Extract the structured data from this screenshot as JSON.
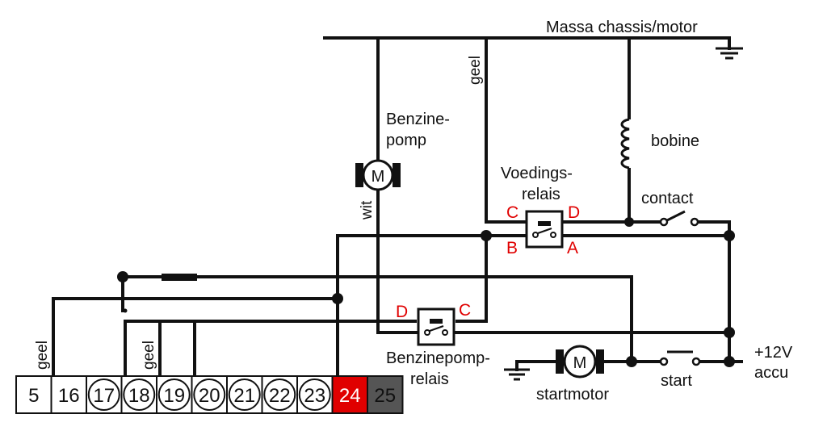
{
  "labels": {
    "ground": "Massa chassis/motor",
    "pump_line1": "Benzine-",
    "pump_line2": "pomp",
    "motor_symbol": "M",
    "bobine": "bobine",
    "voedings_line1": "Voedings-",
    "voedings_line2": "relais",
    "contact": "contact",
    "pomprelais_line1": "Benzinepomp-",
    "pomprelais_line2": "relais",
    "startmotor": "startmotor",
    "start": "start",
    "battery_line1": "+12V",
    "battery_line2": "accu",
    "wire_geel_top": "geel",
    "wire_wit": "wit",
    "wire_geel_16": "geel",
    "wire_geel_19": "geel"
  },
  "voedingsrelais_pins": {
    "c": "C",
    "d": "D",
    "b": "B",
    "a": "A"
  },
  "pomprelais_pins": {
    "d": "D",
    "c": "C"
  },
  "terminals": [
    "5",
    "16",
    "17",
    "18",
    "19",
    "20",
    "21",
    "22",
    "23",
    "24",
    "25"
  ],
  "colors": {
    "terminal_24": "#e00000",
    "terminal_25": "#555555",
    "pin_labels": "#e00000"
  }
}
